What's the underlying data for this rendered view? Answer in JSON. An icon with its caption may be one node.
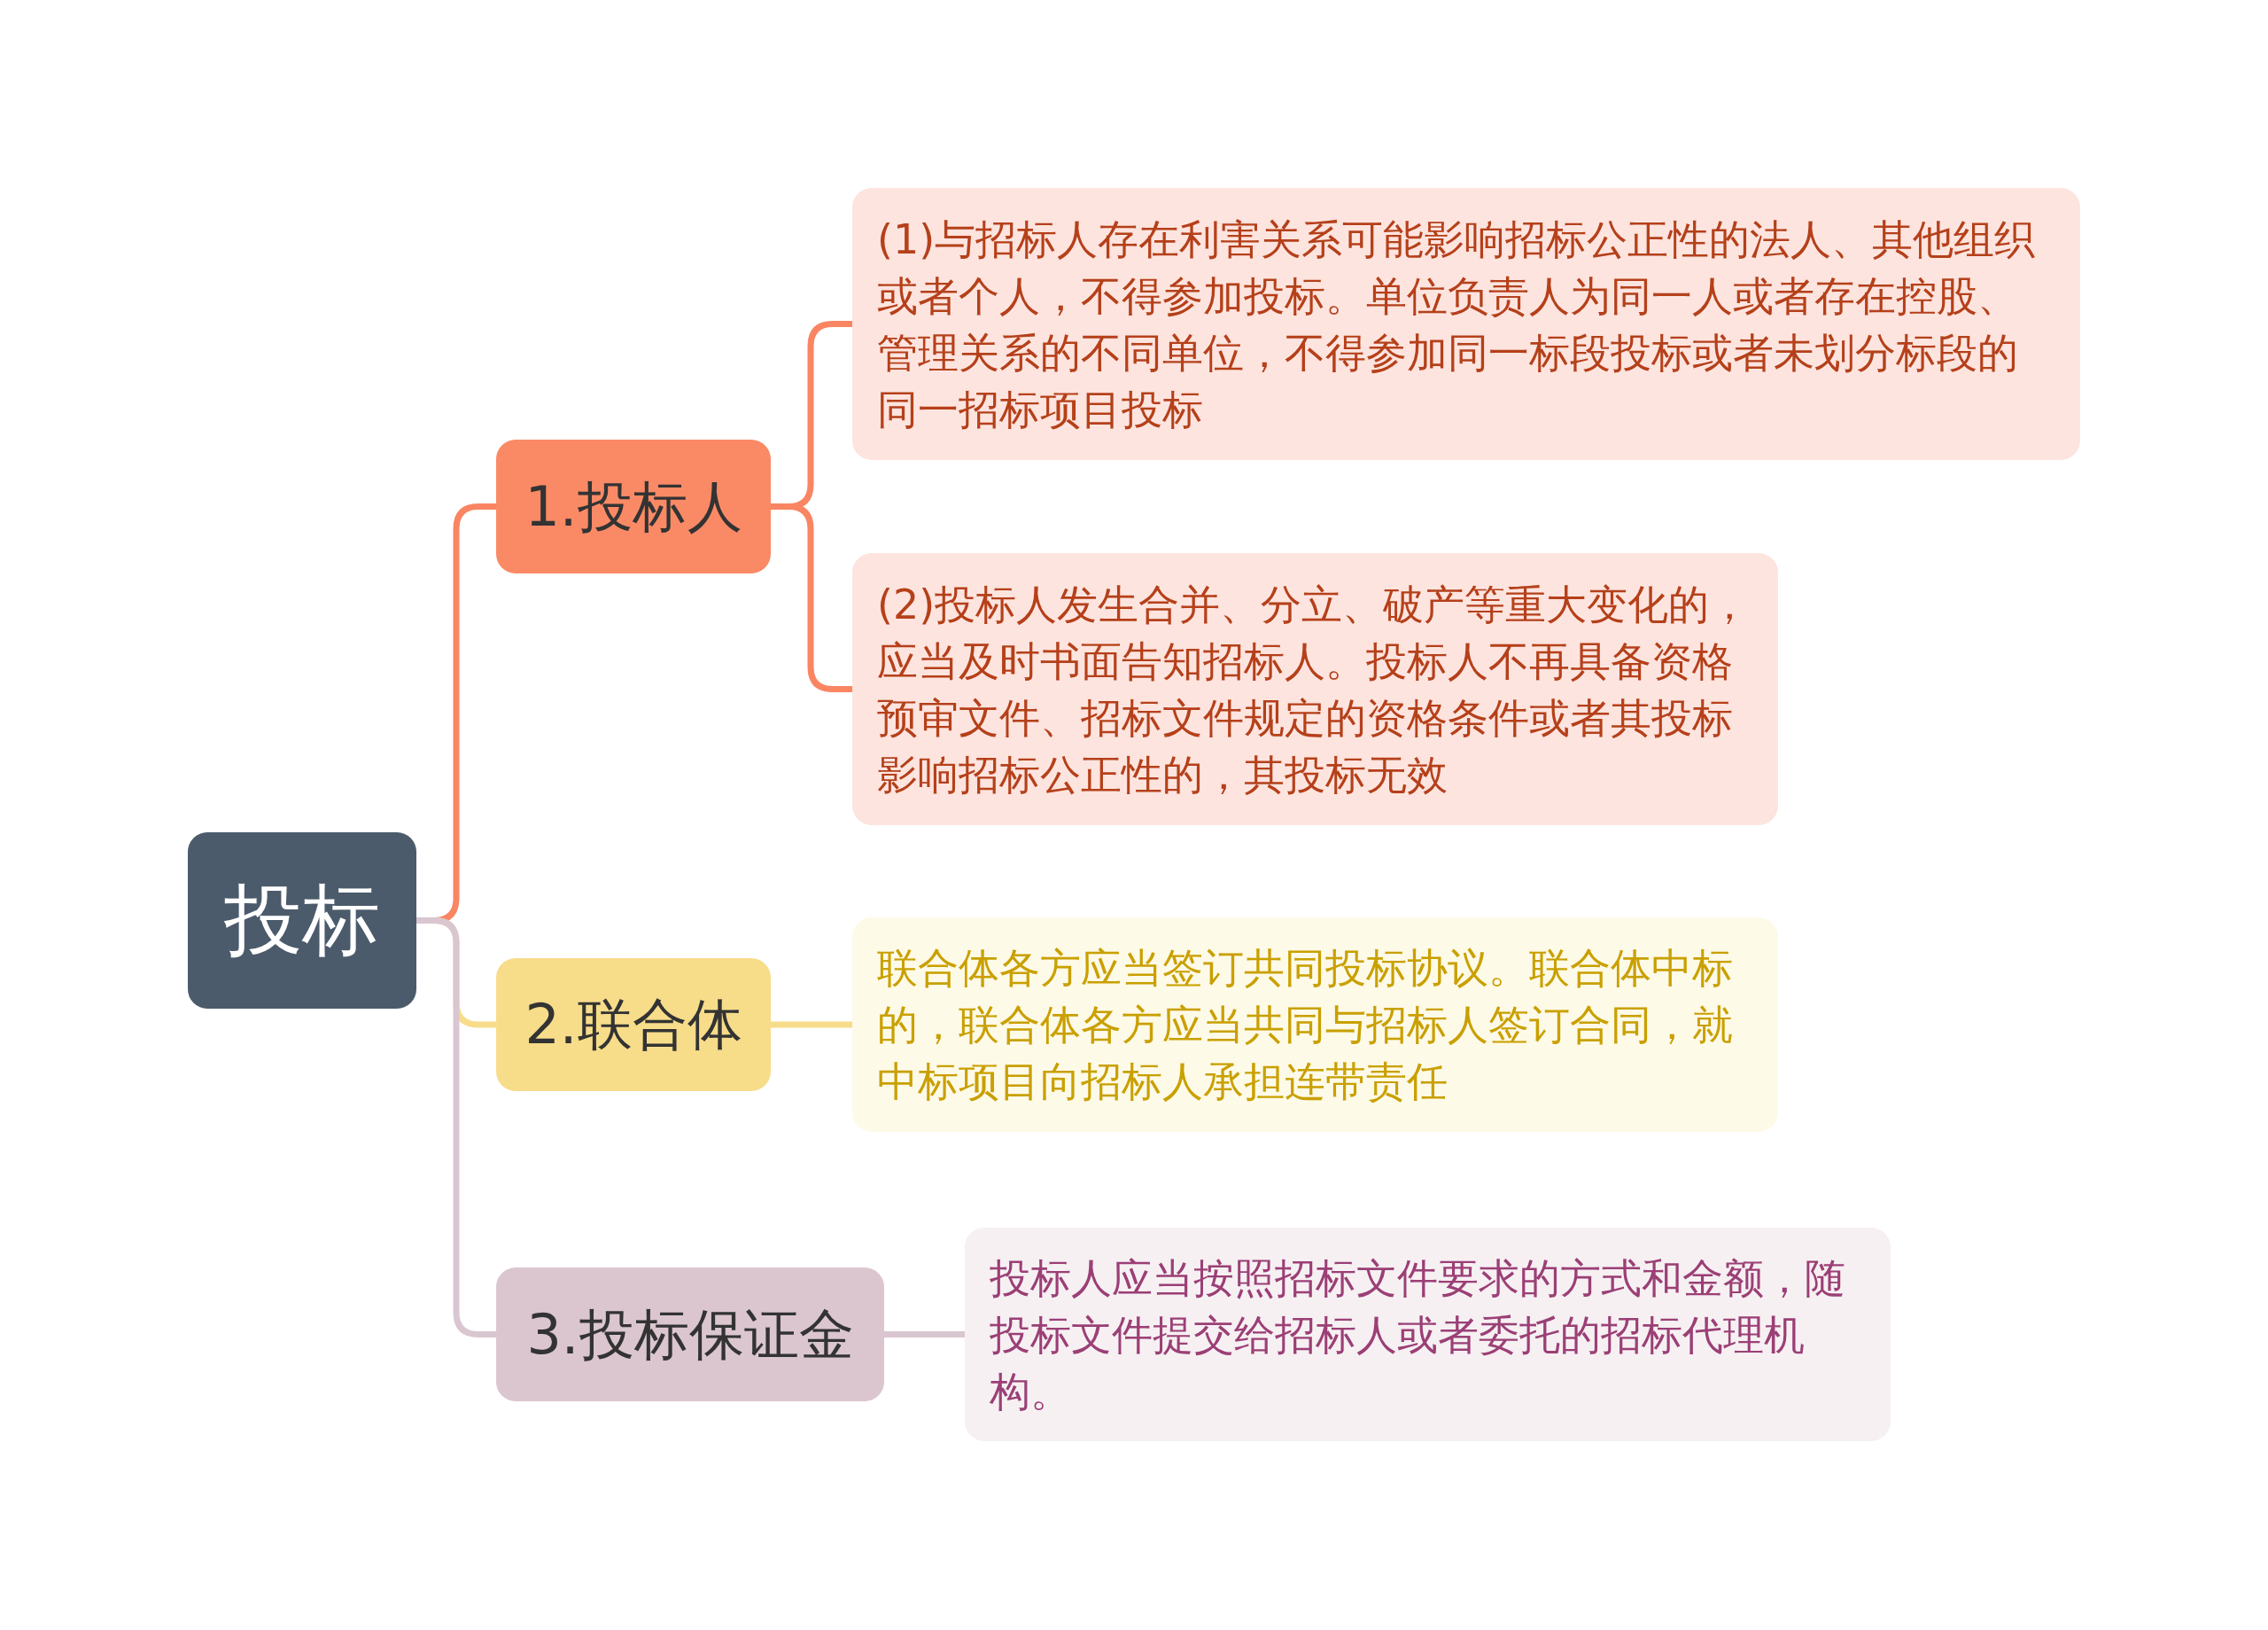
{
  "diagram": {
    "nodes": [
      {
        "text": [
          "投标"
        ]
      },
      {
        "text": [
          "1.投标人"
        ]
      },
      {
        "text": [
          "2.联合体"
        ]
      },
      {
        "text": [
          "3.投标保证金"
        ]
      },
      {
        "text": [
          "(1)与招标人存在利害关系可能影响招标公正性的法人、其他组织或者个人，不得参加投标。单位负责人为同一人或者存在控股、管理关系的不同单位，不得参加同一标段投标或者未划分标段的同一招标项目投标"
        ]
      },
      {
        "text": [
          "(2)投标人发生合并、分立、破产等重大变化的，应当及时书面告知招标人。投标人不再具备资格预审文件、招标文件规定的资格条件或者其投标影响招标公正性的，其投标无效"
        ]
      },
      {
        "text": [
          "联合体各方应当签订共同投标协议。联合体中标的，联合体各方应当共同与招标人签订合同，就中标项目向招标人承担连带责任"
        ]
      },
      {
        "text": [
          "投标人应当按照招标文件要求的方式和金额，随投标文件提交给招标人或者委托的招标代理机构。"
        ]
      }
    ],
    "edges": [
      {
        "from": 0,
        "to": 1,
        "arrow": "none"
      },
      {
        "from": 0,
        "to": 2,
        "arrow": "none",
        "color": "#f7dc8a"
      },
      {
        "from": 0,
        "to": 3,
        "arrow": "none",
        "color": "#d9c6d0"
      },
      {
        "from": 1,
        "to": 4,
        "arrow": "none"
      },
      {
        "from": 1,
        "to": 5,
        "arrow": "none"
      },
      {
        "from": 2,
        "to": 6,
        "arrow": "none",
        "color": "#f7dc8a"
      },
      {
        "from": 3,
        "to": 7,
        "arrow": "none",
        "color": "#d9c6d0"
      }
    ]
  }
}
